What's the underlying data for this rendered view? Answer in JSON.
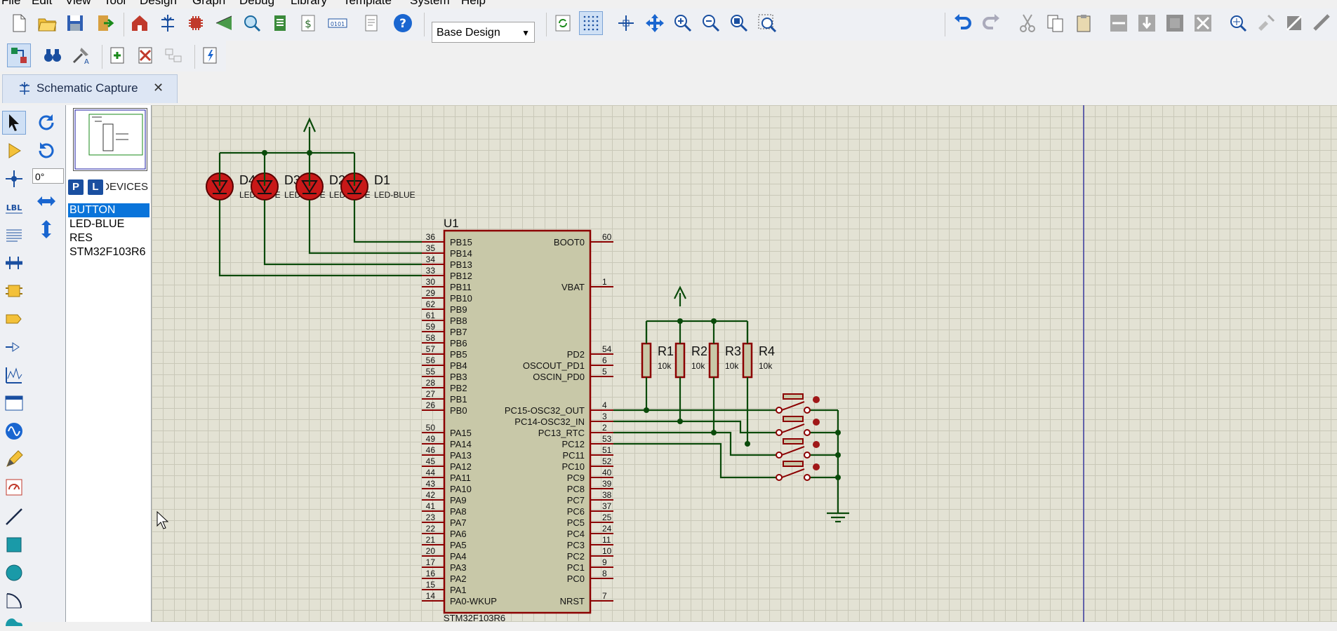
{
  "menu": [
    "File",
    "Edit",
    "View",
    "Tool",
    "Design",
    "Graph",
    "Debug",
    "Library",
    "Template",
    "System",
    "Help"
  ],
  "toolbar": {
    "design_combo": "Base Design",
    "help_glyph": "?"
  },
  "tab": {
    "label": "Schematic Capture",
    "close": "✕"
  },
  "left": {
    "rotation": "0°"
  },
  "devices": {
    "p_btn": "P",
    "l_btn": "L",
    "header": "DEVICES",
    "items": [
      "BUTTON",
      "LED-BLUE",
      "RES",
      "STM32F103R6"
    ],
    "selected": 0
  },
  "schematic": {
    "mcu": {
      "ref": "U1",
      "part": "STM32F103R6",
      "left_pins": [
        {
          "num": "36",
          "name": "PB15"
        },
        {
          "num": "35",
          "name": "PB14"
        },
        {
          "num": "34",
          "name": "PB13"
        },
        {
          "num": "33",
          "name": "PB12"
        },
        {
          "num": "30",
          "name": "PB11"
        },
        {
          "num": "29",
          "name": "PB10"
        },
        {
          "num": "62",
          "name": "PB9"
        },
        {
          "num": "61",
          "name": "PB8"
        },
        {
          "num": "59",
          "name": "PB7"
        },
        {
          "num": "58",
          "name": "PB6"
        },
        {
          "num": "57",
          "name": "PB5"
        },
        {
          "num": "56",
          "name": "PB4"
        },
        {
          "num": "55",
          "name": "PB3"
        },
        {
          "num": "28",
          "name": "PB2"
        },
        {
          "num": "27",
          "name": "PB1"
        },
        {
          "num": "26",
          "name": "PB0"
        },
        {
          "num": "50",
          "name": "PA15"
        },
        {
          "num": "49",
          "name": "PA14"
        },
        {
          "num": "46",
          "name": "PA13"
        },
        {
          "num": "45",
          "name": "PA12"
        },
        {
          "num": "44",
          "name": "PA11"
        },
        {
          "num": "43",
          "name": "PA10"
        },
        {
          "num": "42",
          "name": "PA9"
        },
        {
          "num": "41",
          "name": "PA8"
        },
        {
          "num": "23",
          "name": "PA7"
        },
        {
          "num": "22",
          "name": "PA6"
        },
        {
          "num": "21",
          "name": "PA5"
        },
        {
          "num": "20",
          "name": "PA4"
        },
        {
          "num": "17",
          "name": "PA3"
        },
        {
          "num": "16",
          "name": "PA2"
        },
        {
          "num": "15",
          "name": "PA1"
        },
        {
          "num": "14",
          "name": "PA0-WKUP"
        }
      ],
      "right_pins": [
        {
          "num": "60",
          "name": "BOOT0"
        },
        {
          "num": "1",
          "name": "VBAT"
        },
        {
          "num": "54",
          "name": "PD2"
        },
        {
          "num": "6",
          "name": "OSCOUT_PD1"
        },
        {
          "num": "5",
          "name": "OSCIN_PD0"
        },
        {
          "num": "4",
          "name": "PC15-OSC32_OUT"
        },
        {
          "num": "3",
          "name": "PC14-OSC32_IN"
        },
        {
          "num": "2",
          "name": "PC13_RTC"
        },
        {
          "num": "53",
          "name": "PC12"
        },
        {
          "num": "51",
          "name": "PC11"
        },
        {
          "num": "52",
          "name": "PC10"
        },
        {
          "num": "40",
          "name": "PC9"
        },
        {
          "num": "39",
          "name": "PC8"
        },
        {
          "num": "38",
          "name": "PC7"
        },
        {
          "num": "37",
          "name": "PC6"
        },
        {
          "num": "25",
          "name": "PC5"
        },
        {
          "num": "24",
          "name": "PC4"
        },
        {
          "num": "11",
          "name": "PC3"
        },
        {
          "num": "10",
          "name": "PC2"
        },
        {
          "num": "9",
          "name": "PC1"
        },
        {
          "num": "8",
          "name": "PC0"
        },
        {
          "num": "7",
          "name": "NRST"
        }
      ]
    },
    "leds": [
      {
        "ref": "D4",
        "value": "LED-BLUE"
      },
      {
        "ref": "D3",
        "value": "LED-BLUE"
      },
      {
        "ref": "D2",
        "value": "LED-BLUE"
      },
      {
        "ref": "D1",
        "value": "LED-BLUE"
      }
    ],
    "resistors": [
      {
        "ref": "R1",
        "value": "10k"
      },
      {
        "ref": "R2",
        "value": "10k"
      },
      {
        "ref": "R3",
        "value": "10k"
      },
      {
        "ref": "R4",
        "value": "10k"
      }
    ],
    "colors": {
      "wire": "#0a4a0a",
      "body": "#c8c8a8",
      "outline": "#8b0000",
      "grid": "#c9c8b8",
      "canvas": "#e3e2d4"
    }
  }
}
